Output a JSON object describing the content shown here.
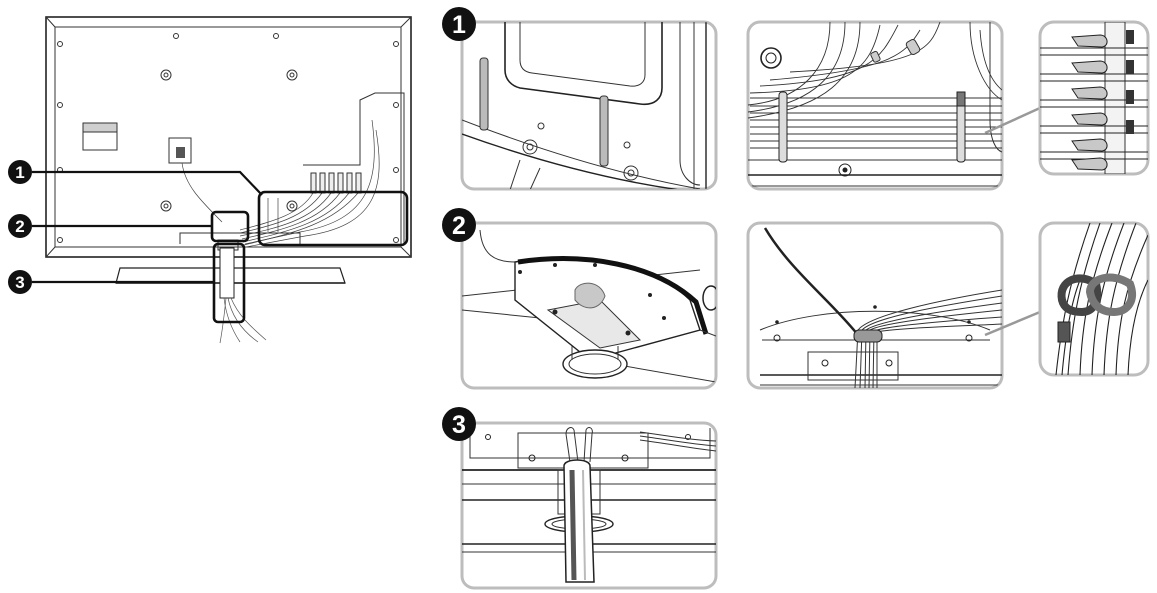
{
  "callouts": [
    {
      "label": "1"
    },
    {
      "label": "2"
    },
    {
      "label": "3"
    }
  ],
  "colors": {
    "line": "#222222",
    "panel_border": "#bdbdbd",
    "badge": "#111111"
  }
}
